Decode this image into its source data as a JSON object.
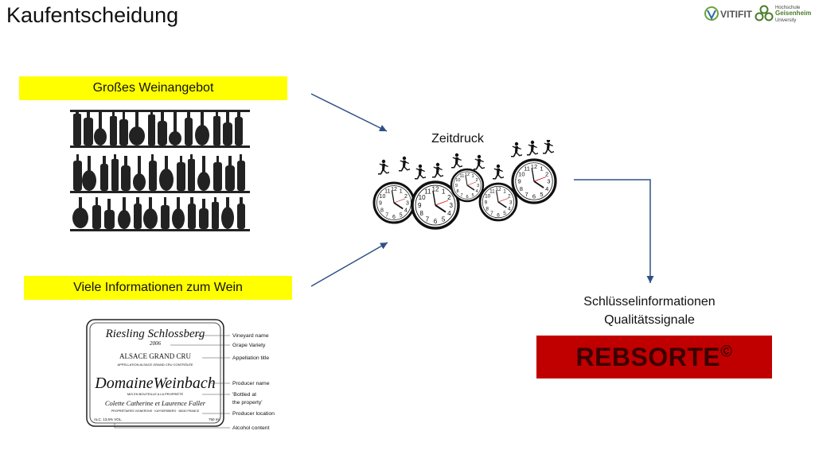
{
  "slide": {
    "title": "Kaufentscheidung"
  },
  "logos": {
    "vitifit": "VITIFIT",
    "hochschule_line1": "Hochschule",
    "hochschule_line2": "Geisenheim",
    "hochschule_line3": "University"
  },
  "left": {
    "box1_label": "Großes Weinangebot",
    "box2_label": "Viele Informationen zum Wein"
  },
  "wine_label": {
    "name": "Riesling Schlossberg",
    "year": "2006",
    "appellation": "ALSACE GRAND CRU",
    "appellation_small": "APPELLATION ALSACE GRAND CRU CONTRÔLÉE",
    "producer": "DomaineWeinbach",
    "bottled_small": "MIS EN BOUTEILLE A LA PROPRIÉTÉ",
    "owners": "Colette Catherine et Laurence Faller",
    "location_small": "PROPRIÉTAIRES VIGNERONS · KAYSERSBERG · 68240 FRANCE",
    "alcohol": "ALC. 13,5% VOL.",
    "volume": "750 ml",
    "annotations": [
      "Vineyard name",
      "Grape Variety",
      "Appellation title",
      "Producer name",
      "'Bottled at",
      "the property'",
      "Producer location",
      "Alcohol content"
    ]
  },
  "center": {
    "zeitdruck": "Zeitdruck"
  },
  "right": {
    "line1": "Schlüsselinformationen",
    "line2": "Qualitätssignale",
    "rebsorte": "REBSORTE",
    "rebsorte_sup": "©"
  },
  "colors": {
    "yellow": "#ffff00",
    "red_box": "#c00000",
    "arrow": "#2e5185"
  }
}
